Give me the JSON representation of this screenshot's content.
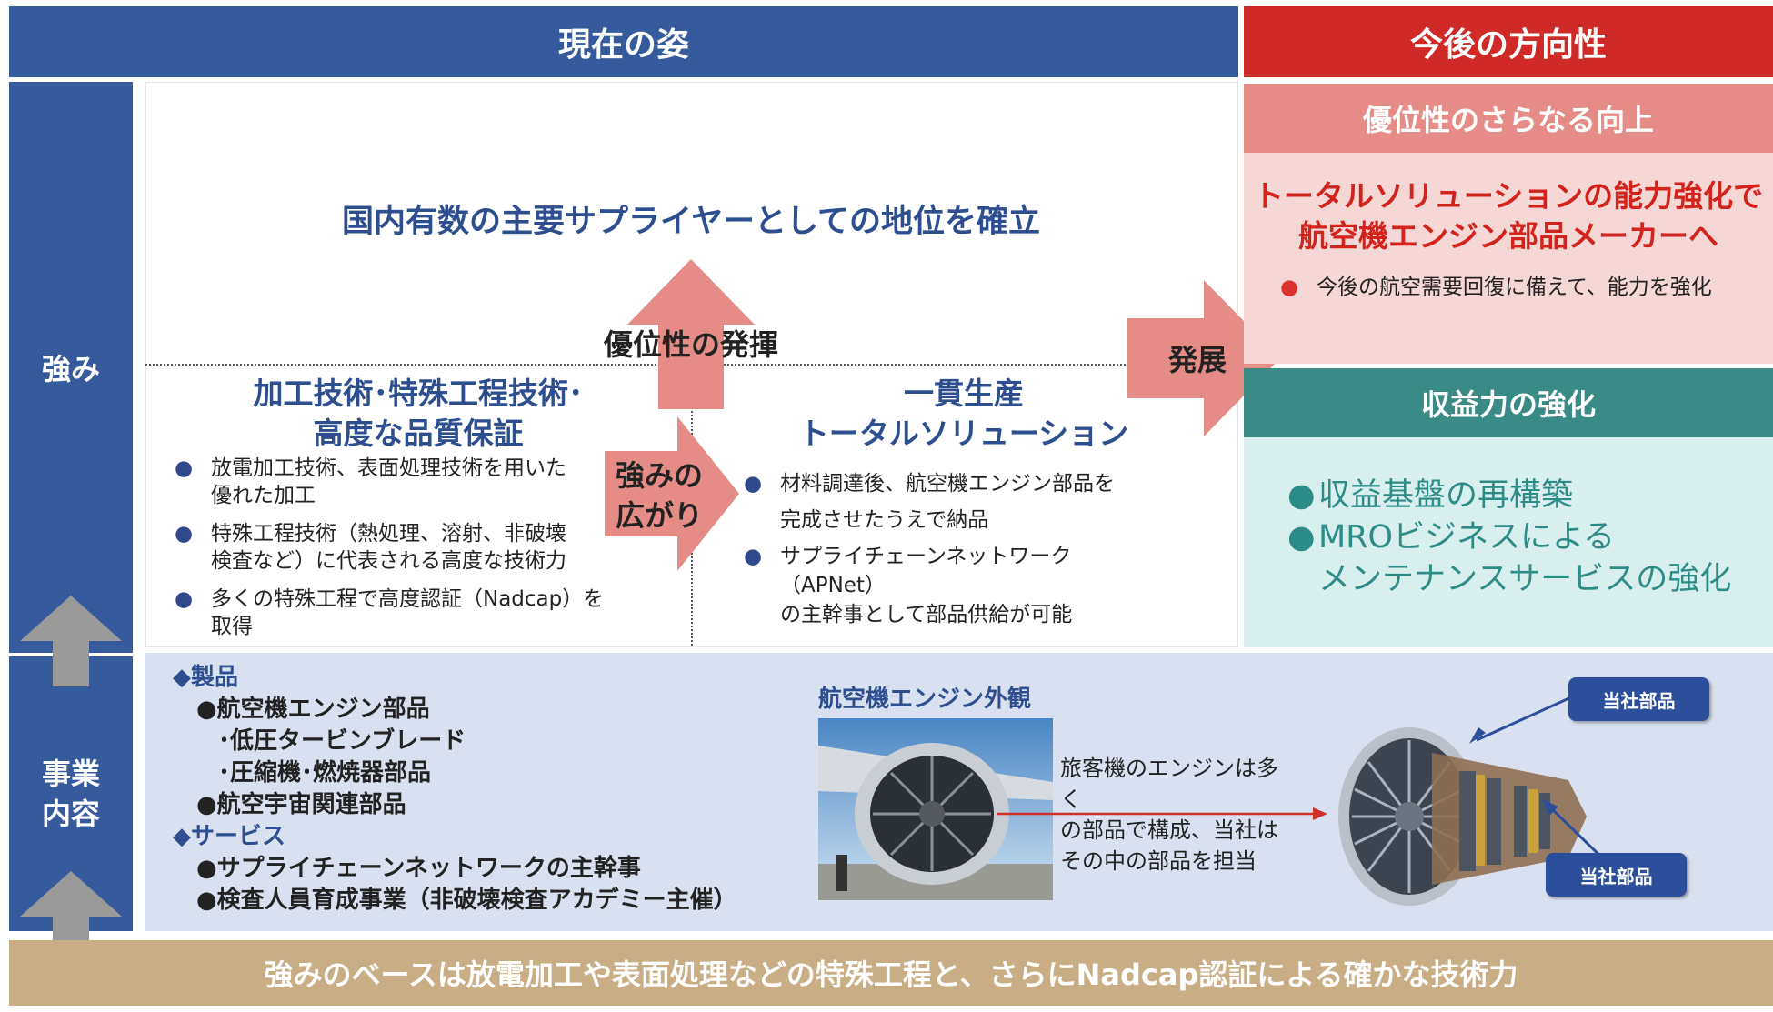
{
  "header": {
    "current": "現在の姿",
    "future": "今後の方向性"
  },
  "side": {
    "strength": "強み",
    "business": "事業\n内容"
  },
  "top_center": {
    "title": "国内有数の主要サプライヤーとしての地位を確立"
  },
  "arrows": {
    "advantage": "優位性の発揮",
    "spread": "強みの\n広がり",
    "develop": "発展"
  },
  "left_box": {
    "title": "加工技術･特殊工程技術･\n高度な品質保証",
    "bullets": [
      "放電加工技術、表面処理技術を用いた\n優れた加工",
      "特殊工程技術（熱処理、溶射、非破壊\n検査など）に代表される高度な技術力",
      "多くの特殊工程で高度認証（Nadcap）を\n取得"
    ]
  },
  "mid_box": {
    "title": "一貫生産\nトータルソリューション",
    "bullets": [
      "材料調達後、航空機エンジン部品を\n完成させたうえで納品",
      "サプライチェーンネットワーク（APNet）\nの主幹事として部品供給が可能"
    ]
  },
  "future_top": {
    "header": "優位性のさらなる向上",
    "title": "トータルソリューションの能力強化で\n航空機エンジン部品メーカーへ",
    "bullet": "今後の航空需要回復に備えて、能力を強化"
  },
  "future_bottom": {
    "header": "収益力の強化",
    "bullets": [
      "収益基盤の再構築",
      "MROビジネスによる\nメンテナンスサービスの強化"
    ]
  },
  "business": {
    "lines": [
      "◆製品",
      "●航空機エンジン部品",
      "･低圧タービンブレード",
      "･圧縮機･燃焼器部品",
      "●航空宇宙関連部品",
      "◆サービス",
      "●サプライチェーンネットワークの主幹事",
      "●検査人員育成事業（非破壊検査アカデミー主催）"
    ],
    "engine_title": "航空機エンジン外観",
    "engine_caption": "旅客機のエンジンは多く\nの部品で構成、当社は\nその中の部品を担当",
    "label_top": "当社部品",
    "label_bottom": "当社部品"
  },
  "footer": {
    "text": "強みのベースは放電加工や表面処理などの特殊工程と、さらにNadcap認証による確かな技術力"
  },
  "colors": {
    "navy": "#365b9c",
    "red": "#cf2a27",
    "salmon": "#e48c85",
    "pink_bg": "#f5d7d5",
    "teal": "#3a8a85",
    "teal_bg": "#d9efee",
    "lavender": "#d9e1f0",
    "gold": "#c9ad84",
    "gray_arrow": "#9a9a9a"
  }
}
